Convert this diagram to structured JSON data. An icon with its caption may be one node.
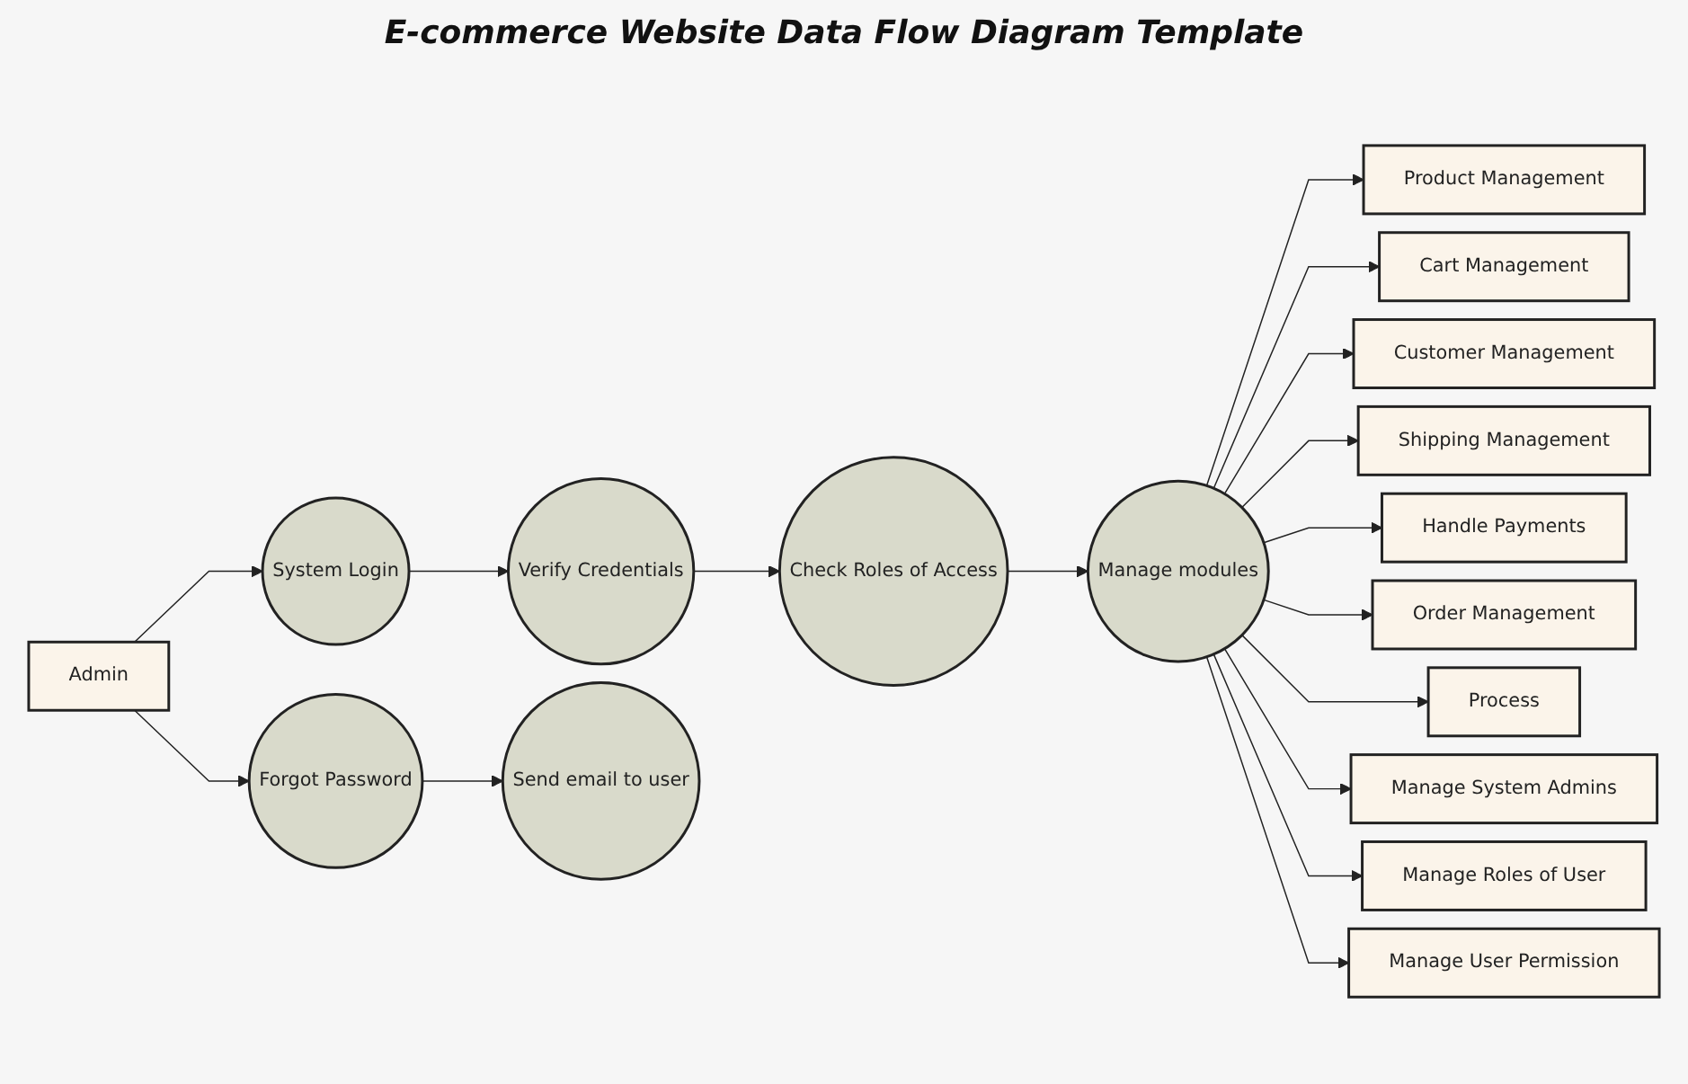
{
  "diagram": {
    "title": "E-commerce Website Data Flow Diagram Template",
    "nodes": [
      {
        "text": [
          "Admin"
        ]
      },
      {
        "text": [
          "System Login"
        ]
      },
      {
        "text": [
          "Check Roles of Access"
        ]
      },
      {
        "text": [
          "Product Management"
        ]
      },
      {
        "text": [
          "Forgot Password"
        ]
      },
      {
        "text": [
          "Verify Credentials"
        ]
      },
      {
        "text": [
          "Manage modules"
        ]
      },
      {
        "text": [
          "Cart Management"
        ]
      },
      {
        "text": [
          "Customer Management"
        ]
      },
      {
        "text": [
          "Shipping Management"
        ]
      },
      {
        "text": [
          "Send email to user"
        ]
      },
      {
        "text": [
          "Handle Payments"
        ]
      },
      {
        "text": [
          "Order Management"
        ]
      },
      {
        "text": [
          "Process"
        ]
      },
      {
        "text": [
          "Manage System Admins"
        ]
      },
      {
        "text": [
          "Manage Roles of User"
        ]
      },
      {
        "text": [
          "Manage User Permission"
        ]
      }
    ],
    "edges": [
      {
        "from": 0,
        "to": 1,
        "arrow": "to"
      },
      {
        "from": 0,
        "to": 4,
        "arrow": "to"
      },
      {
        "from": 4,
        "to": 10,
        "arrow": "to"
      },
      {
        "from": 1,
        "to": 5,
        "arrow": "to"
      },
      {
        "from": 5,
        "to": 2,
        "arrow": "to"
      },
      {
        "from": 2,
        "to": 6,
        "arrow": "to"
      },
      {
        "from": 6,
        "to": 3,
        "arrow": "to"
      },
      {
        "from": 6,
        "to": 7,
        "arrow": "to"
      },
      {
        "from": 6,
        "to": 8,
        "arrow": "to"
      },
      {
        "from": 6,
        "to": 9,
        "arrow": "to"
      },
      {
        "from": 6,
        "to": 11,
        "arrow": "to"
      },
      {
        "from": 6,
        "to": 12,
        "arrow": "to"
      },
      {
        "from": 6,
        "to": 13,
        "arrow": "to"
      },
      {
        "from": 6,
        "to": 14,
        "arrow": "to"
      },
      {
        "from": 6,
        "to": 15,
        "arrow": "to"
      },
      {
        "from": 6,
        "to": 16,
        "arrow": "to"
      }
    ]
  }
}
